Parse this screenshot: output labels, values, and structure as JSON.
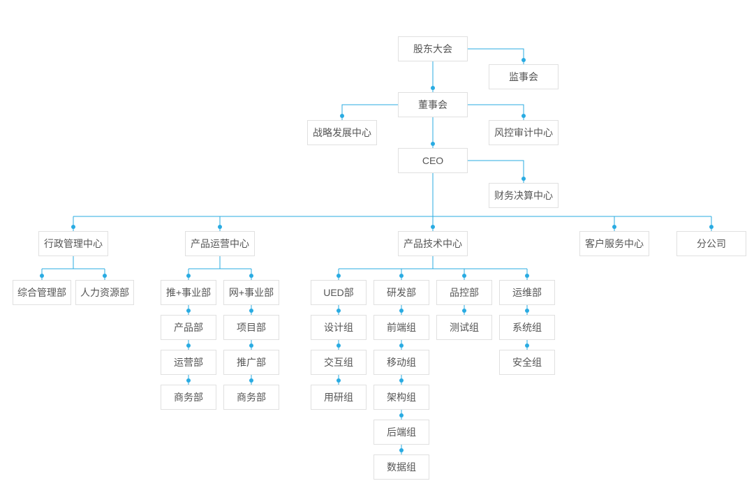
{
  "diagram": {
    "type": "org-chart",
    "accent_color": "#29abe2",
    "node_border_color": "#e0e0e0",
    "node_text_color": "#555555",
    "background_color": "#ffffff",
    "nodes": [
      {
        "id": "shareholders-meeting",
        "label": "股东大会",
        "parent": null
      },
      {
        "id": "supervisory-board",
        "label": "监事会",
        "parent": "shareholders-meeting"
      },
      {
        "id": "board-of-directors",
        "label": "董事会",
        "parent": "shareholders-meeting"
      },
      {
        "id": "strategy-development-center",
        "label": "战略发展中心",
        "parent": "board-of-directors"
      },
      {
        "id": "risk-audit-center",
        "label": "风控审计中心",
        "parent": "board-of-directors"
      },
      {
        "id": "ceo",
        "label": "CEO",
        "parent": "board-of-directors"
      },
      {
        "id": "finance-settlement-center",
        "label": "财务决算中心",
        "parent": "ceo"
      },
      {
        "id": "admin-management-center",
        "label": "行政管理中心",
        "parent": "ceo"
      },
      {
        "id": "general-management-dept",
        "label": "综合管理部",
        "parent": "admin-management-center"
      },
      {
        "id": "human-resources-dept",
        "label": "人力资源部",
        "parent": "admin-management-center"
      },
      {
        "id": "product-operation-center",
        "label": "产品运营中心",
        "parent": "ceo"
      },
      {
        "id": "tui-plus-business-unit",
        "label": "推+事业部",
        "parent": "product-operation-center"
      },
      {
        "id": "product-dept",
        "label": "产品部",
        "parent": "tui-plus-business-unit"
      },
      {
        "id": "operation-dept",
        "label": "运营部",
        "parent": "tui-plus-business-unit"
      },
      {
        "id": "business-dept-tui",
        "label": "商务部",
        "parent": "tui-plus-business-unit"
      },
      {
        "id": "wang-plus-business-unit",
        "label": "网+事业部",
        "parent": "product-operation-center"
      },
      {
        "id": "project-dept",
        "label": "项目部",
        "parent": "wang-plus-business-unit"
      },
      {
        "id": "promotion-dept",
        "label": "推广部",
        "parent": "wang-plus-business-unit"
      },
      {
        "id": "business-dept-wang",
        "label": "商务部",
        "parent": "wang-plus-business-unit"
      },
      {
        "id": "product-technology-center",
        "label": "产品技术中心",
        "parent": "ceo"
      },
      {
        "id": "ued-dept",
        "label": "UED部",
        "parent": "product-technology-center"
      },
      {
        "id": "design-group",
        "label": "设计组",
        "parent": "ued-dept"
      },
      {
        "id": "interaction-group",
        "label": "交互组",
        "parent": "ued-dept"
      },
      {
        "id": "user-research-group",
        "label": "用研组",
        "parent": "ued-dept"
      },
      {
        "id": "rd-dept",
        "label": "研发部",
        "parent": "product-technology-center"
      },
      {
        "id": "frontend-group",
        "label": "前端组",
        "parent": "rd-dept"
      },
      {
        "id": "mobile-group",
        "label": "移动组",
        "parent": "rd-dept"
      },
      {
        "id": "architecture-group",
        "label": "架构组",
        "parent": "rd-dept"
      },
      {
        "id": "backend-group",
        "label": "后端组",
        "parent": "rd-dept"
      },
      {
        "id": "data-group",
        "label": "数据组",
        "parent": "rd-dept"
      },
      {
        "id": "quality-control-dept",
        "label": "品控部",
        "parent": "product-technology-center"
      },
      {
        "id": "testing-group",
        "label": "测试组",
        "parent": "quality-control-dept"
      },
      {
        "id": "operations-maintenance-dept",
        "label": "运维部",
        "parent": "product-technology-center"
      },
      {
        "id": "system-group",
        "label": "系统组",
        "parent": "operations-maintenance-dept"
      },
      {
        "id": "security-group",
        "label": "安全组",
        "parent": "operations-maintenance-dept"
      },
      {
        "id": "customer-service-center",
        "label": "客户服务中心",
        "parent": "ceo"
      },
      {
        "id": "branch-company",
        "label": "分公司",
        "parent": "ceo"
      }
    ]
  }
}
